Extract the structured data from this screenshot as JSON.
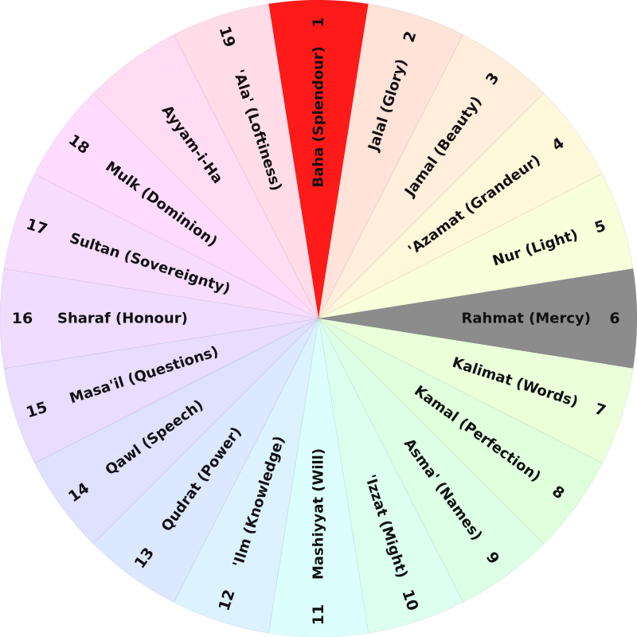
{
  "title": "Badí' calendar months wheel",
  "segments": [
    {
      "number": "1",
      "name": "Baha (Splendour)",
      "color": "#ff1a1a"
    },
    {
      "number": "2",
      "name": "Jalal (Glory)",
      "color": "#ffe2d8"
    },
    {
      "number": "3",
      "name": "Jamal (Beauty)",
      "color": "#ffeedb"
    },
    {
      "number": "4",
      "name": "'Azamat (Grandeur)",
      "color": "#fff7da"
    },
    {
      "number": "5",
      "name": "Nur (Light)",
      "color": "#f8ffda"
    },
    {
      "number": "6",
      "name": "Rahmat (Mercy)",
      "color": "#8c8c8c"
    },
    {
      "number": "7",
      "name": "Kalimat (Words)",
      "color": "#eaffda"
    },
    {
      "number": "8",
      "name": "Kamal (Perfection)",
      "color": "#e0ffdc"
    },
    {
      "number": "9",
      "name": "Asma' (Names)",
      "color": "#dcffe6"
    },
    {
      "number": "10",
      "name": "'Izzat (Might)",
      "color": "#dcfff0"
    },
    {
      "number": "11",
      "name": "Mashiyyat (Will)",
      "color": "#dcfffd"
    },
    {
      "number": "12",
      "name": "'Ilm (Knowledge)",
      "color": "#dcf2ff"
    },
    {
      "number": "13",
      "name": "Qudrat (Power)",
      "color": "#dce8ff"
    },
    {
      "number": "14",
      "name": "Qawl (Speech)",
      "color": "#e0e0ff"
    },
    {
      "number": "15",
      "name": "Masa'il (Questions)",
      "color": "#e8dcff"
    },
    {
      "number": "16",
      "name": "Sharaf (Honour)",
      "color": "#f0dcff"
    },
    {
      "number": "17",
      "name": "Sultan (Sovereignty)",
      "color": "#f8dcff"
    },
    {
      "number": "18",
      "name": "Mulk (Dominion)",
      "color": "#ffdcff"
    },
    {
      "number": "",
      "name": "Ayyam-i-Ha",
      "color": "#ffdcf4"
    },
    {
      "number": "19",
      "name": "'Ala' (Loftiness)",
      "color": "#ffdce8"
    }
  ]
}
